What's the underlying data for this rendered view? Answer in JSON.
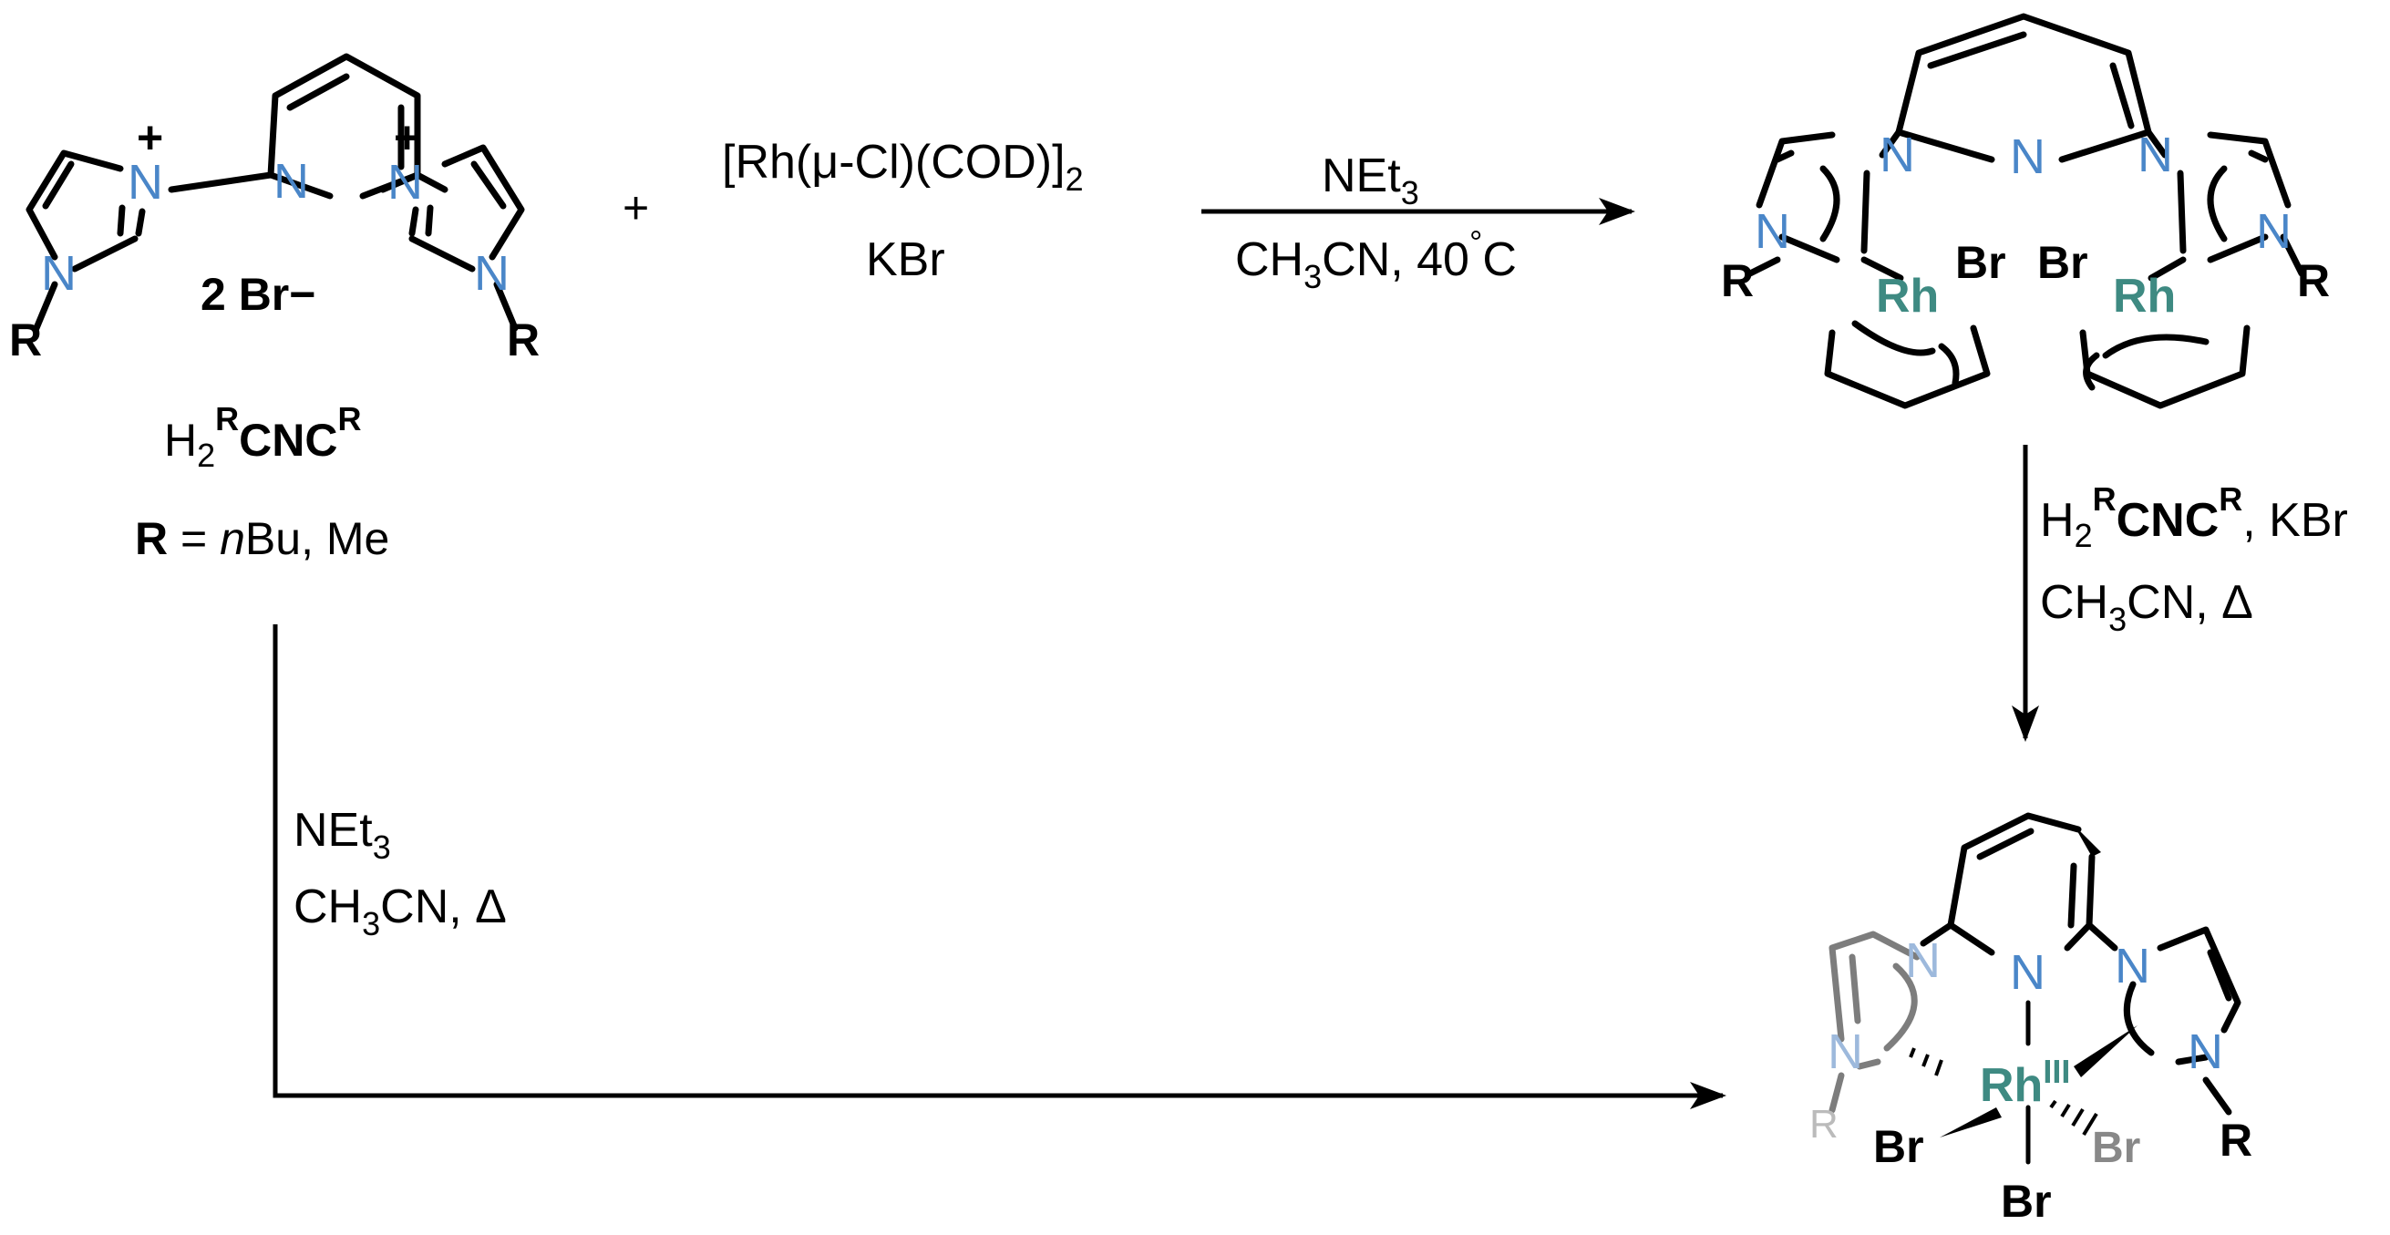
{
  "reactant": {
    "ligand_counterion": "2 Br−",
    "ligand_name_prefix": "H",
    "ligand_name_sub": "2",
    "ligand_name_sup1": "R",
    "ligand_name_core": "CNC",
    "ligand_name_sup2": "R",
    "r_def_bold": "R",
    "r_def_eq": " = ",
    "r_def_italic": "n",
    "r_def_rest": "Bu, Me",
    "atom_N": "N",
    "atom_R": "R",
    "charge": "+"
  },
  "plus_sign": "+",
  "rh_reagent": {
    "line1_main": "[Rh(μ-Cl)(COD)]",
    "line1_sub": "2",
    "line2": "KBr"
  },
  "arrow_top": {
    "line1_main": "NEt",
    "line1_sub": "3",
    "line2_a": "CH",
    "line2_sub": "3",
    "line2_b": "CN, 40",
    "line2_deg": "°",
    "line2_c": "C"
  },
  "arrow_right": {
    "line1_pre": "H",
    "line1_sub": "2",
    "line1_sup1": "R",
    "line1_core": "CNC",
    "line1_sup2": "R",
    "line1_post": ", KBr",
    "line2_a": "CH",
    "line2_sub": "3",
    "line2_b": "CN, Δ"
  },
  "arrow_left": {
    "line1_main": "NEt",
    "line1_sub": "3",
    "line2_a": "CH",
    "line2_sub": "3",
    "line2_b": "CN, Δ"
  },
  "dirhodium": {
    "metal": "Rh",
    "halide": "Br",
    "atom_N": "N",
    "atom_R": "R"
  },
  "product": {
    "metal": "Rh",
    "oxidation_state": "III",
    "halide": "Br",
    "atom_N": "N",
    "atom_R": "R"
  },
  "colors": {
    "nitrogen": "#4a86c8",
    "rhodium": "#3e8a82",
    "background_ring": "#7d7d7d"
  }
}
